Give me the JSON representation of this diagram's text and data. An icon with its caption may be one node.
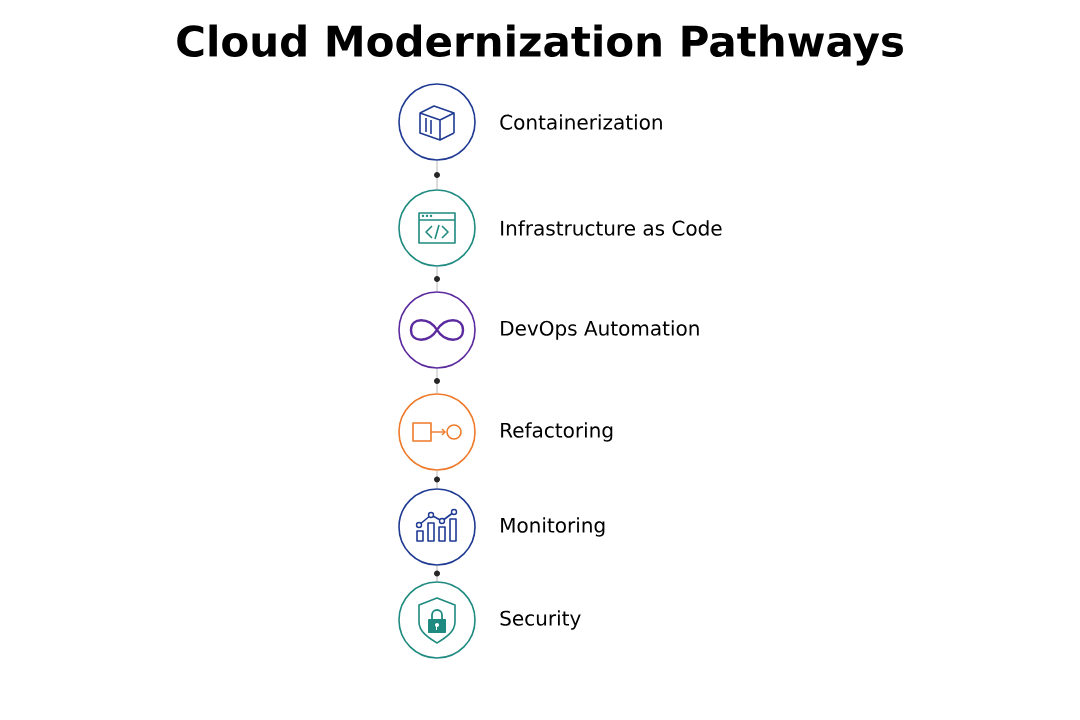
{
  "diagram": {
    "title": "Cloud Modernization Pathways",
    "nodes": [
      {
        "text": [
          "Containerization"
        ]
      },
      {
        "text": [
          "Infrastructure as Code"
        ]
      },
      {
        "text": [
          "DevOps Automation"
        ]
      },
      {
        "text": [
          "Refactoring"
        ]
      },
      {
        "text": [
          "Monitoring"
        ]
      },
      {
        "text": [
          "Security"
        ]
      }
    ],
    "edges": [
      {
        "from": 0,
        "to": 1,
        "arrow": "none"
      },
      {
        "from": 1,
        "to": 2,
        "arrow": "none"
      },
      {
        "from": 2,
        "to": 3,
        "arrow": "none"
      },
      {
        "from": 3,
        "to": 4,
        "arrow": "none"
      },
      {
        "from": 4,
        "to": 5,
        "arrow": "none"
      }
    ]
  }
}
